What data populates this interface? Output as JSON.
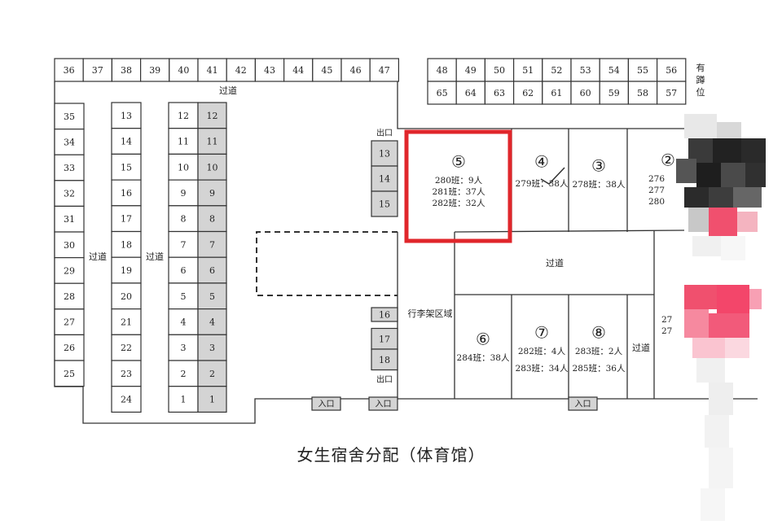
{
  "title": "女生宿舍分配（体育馆）",
  "top_row": [
    "36",
    "37",
    "38",
    "39",
    "40",
    "41",
    "42",
    "43",
    "44",
    "45",
    "46",
    "47"
  ],
  "right_top_row": [
    "48",
    "49",
    "50",
    "51",
    "52",
    "53",
    "54",
    "55",
    "56"
  ],
  "right_bottom_row": [
    "65",
    "64",
    "63",
    "62",
    "61",
    "60",
    "59",
    "58",
    "57"
  ],
  "squat_label": [
    "有",
    "蹲",
    "位"
  ],
  "col_a": [
    "35",
    "34",
    "33",
    "32",
    "31",
    "30",
    "29",
    "28",
    "27",
    "26",
    "25"
  ],
  "col_b": [
    "13",
    "14",
    "15",
    "16",
    "17",
    "18",
    "19",
    "20",
    "21",
    "22",
    "23",
    "24"
  ],
  "col_c": [
    "12",
    "11",
    "10",
    "9",
    "8",
    "7",
    "6",
    "5",
    "4",
    "3",
    "2",
    "1"
  ],
  "col_d": [
    "12",
    "11",
    "10",
    "9",
    "8",
    "7",
    "6",
    "5",
    "4",
    "3",
    "2",
    "1"
  ],
  "mid_upper": [
    "13",
    "14",
    "15"
  ],
  "mid_lower": [
    "16",
    "17",
    "18"
  ],
  "labels": {
    "corridor_top": "过道",
    "corridor_left1": "过道",
    "corridor_left2": "过道",
    "corridor_mid": "过道",
    "corridor_right": "过道",
    "exit_top": "出口",
    "exit_bottom": "出口",
    "luggage": "行李架区域",
    "entrance": "入口"
  },
  "rooms": [
    {
      "num": "⑤",
      "lines": [
        "280班：9人",
        "281班：37人",
        "282班：32人"
      ]
    },
    {
      "num": "④",
      "lines": [
        "279班：38人"
      ]
    },
    {
      "num": "③",
      "lines": [
        "278班：38人"
      ]
    },
    {
      "num": "②",
      "lines": [
        "276",
        "277",
        "280"
      ]
    },
    {
      "num": "⑥",
      "lines": [
        "284班：38人"
      ]
    },
    {
      "num": "⑦",
      "lines": [
        "282班：4人",
        "283班：34人"
      ]
    },
    {
      "num": "⑧",
      "lines": [
        "283班：2人",
        "285班：36人"
      ]
    }
  ],
  "right_partial": [
    "27",
    "27"
  ],
  "colors": {
    "highlight": "#e0262b",
    "shaded": "#d4d4d4",
    "blur_pink": "#f0506e"
  }
}
